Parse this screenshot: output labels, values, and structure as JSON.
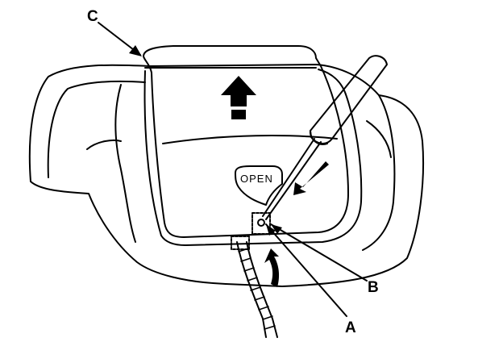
{
  "callouts": {
    "a": "A",
    "b": "B",
    "c": "C"
  },
  "cover_text": "OPEN",
  "colors": {
    "line": "#000000",
    "background": "#ffffff"
  }
}
